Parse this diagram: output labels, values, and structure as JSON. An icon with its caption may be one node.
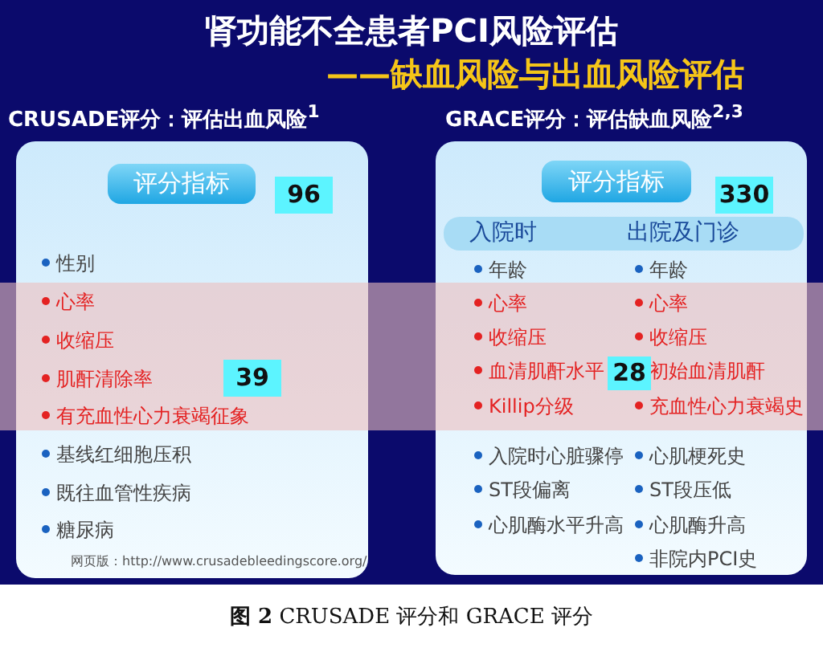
{
  "diagram": {
    "title": "肾功能不全患者PCI风险评估",
    "caption": "**图 2** CRUSADE 评分和 GRACE 评分",
    "labels": [
      "——缺血风险与出血风险评估",
      "CRUSADE评分：评估出血风险$^{1}$",
      "GRACE评分：评估缺血风险$^{2,3}$"
    ],
    "nodes": [
      {
        "text": [
          "性别",
          "心率",
          "收缩压",
          "肌酐清除率",
          "有充血性心力衰竭征象",
          "基线红细胞压积",
          "既往血管性疾病",
          "糖尿病",
          "网页版：http://www.crusadebleedingscore.org/"
        ]
      },
      {
        "text": [
          "评分指标"
        ],
        "in": 0
      },
      {
        "text": [
          "96"
        ],
        "in": 0
      },
      {
        "text": [
          "39"
        ],
        "in": 0
      },
      {
        "text": [
          "年龄",
          "心率",
          "收缩压",
          "血清肌酐水平",
          "Killip分级",
          "入院时心脏骤停",
          "ST段偏离",
          "心肌酶水平升高",
          "年龄",
          "心率",
          "收缩压",
          "初始血清肌酐",
          "充血性心力衰竭史",
          "心肌梗死史",
          "ST段压低",
          "心肌酶升高",
          "非院内PCI史"
        ]
      },
      {
        "text": [
          "评分指标"
        ],
        "in": 4
      },
      {
        "text": [
          "330"
        ],
        "in": 4
      },
      {
        "text": [
          "入院时",
          "出院及门诊"
        ],
        "in": 4
      },
      {
        "text": [
          "28"
        ],
        "in": 4
      }
    ]
  }
}
